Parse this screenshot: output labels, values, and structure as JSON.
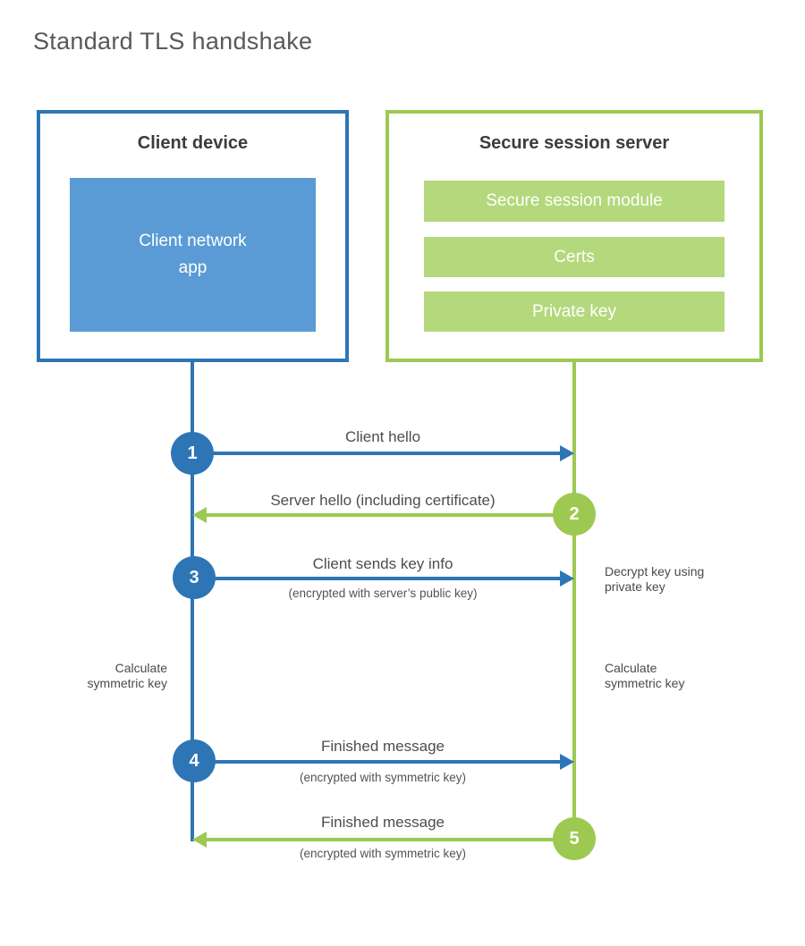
{
  "title": "Standard TLS handshake",
  "client": {
    "title": "Client device",
    "app": "Client network\napp"
  },
  "server": {
    "title": "Secure session server",
    "modules": [
      "Secure session module",
      "Certs",
      "Private key"
    ]
  },
  "steps": [
    {
      "num": "1",
      "label": "Client hello",
      "sub": ""
    },
    {
      "num": "2",
      "label": "Server hello (including certificate)",
      "sub": ""
    },
    {
      "num": "3",
      "label": "Client sends key info",
      "sub": "(encrypted with server’s public key)"
    },
    {
      "num": "4",
      "label": "Finished message",
      "sub": "(encrypted with symmetric key)"
    },
    {
      "num": "5",
      "label": "Finished message",
      "sub": "(encrypted with symmetric key)"
    }
  ],
  "annotations": {
    "decrypt_key": "Decrypt key using\nprivate key",
    "calculate_left": "Calculate\nsymmetric key",
    "calculate_right": "Calculate\nsymmetric key"
  },
  "colors": {
    "blue": "#2e75b6",
    "blue_fill": "#5b9bd5",
    "green": "#9dc952",
    "green_fill": "#b4d87c",
    "heading_text": "#595959",
    "label_text": "#4d4d4d"
  }
}
